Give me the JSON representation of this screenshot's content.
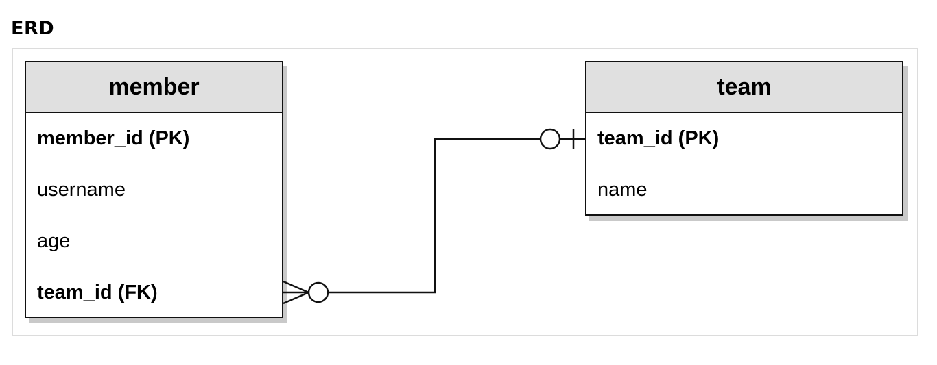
{
  "page": {
    "title": "ERD"
  },
  "entities": {
    "member": {
      "name": "member",
      "attributes": [
        {
          "label": "member_id (PK)",
          "key": "primary"
        },
        {
          "label": "username",
          "key": "none"
        },
        {
          "label": "age",
          "key": "none"
        },
        {
          "label": "team_id (FK)",
          "key": "foreign"
        }
      ]
    },
    "team": {
      "name": "team",
      "attributes": [
        {
          "label": "team_id (PK)",
          "key": "primary"
        },
        {
          "label": "name",
          "key": "none"
        }
      ]
    }
  },
  "relationship": {
    "from": "member.team_id (FK)",
    "to": "team.team_id (PK)",
    "from_cardinality": "zero-or-many",
    "to_cardinality": "zero-or-one"
  },
  "colors": {
    "header_fill": "#e0e0e0",
    "border": "#111111",
    "shadow": "#c9c9c9",
    "frame": "#dcdcdc"
  }
}
